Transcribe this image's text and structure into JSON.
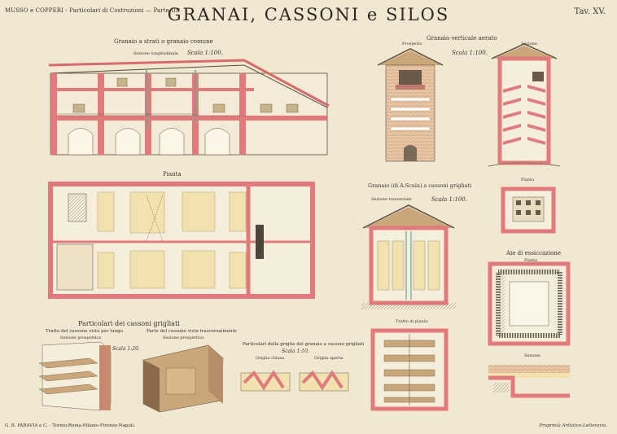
{
  "header": {
    "left": "MUSSO e COPPERI - Particolari di Costruzioni — Parte III.",
    "title": "GRANAI, CASSONI e SILOS",
    "plate": "Tav. XV."
  },
  "sections": {
    "granaio_strati": {
      "title": "Granaio a strati o granaio comune",
      "sub": "Sezione longitudinale",
      "scale": "Scala 1:100."
    },
    "pianta": {
      "title": "Pianta"
    },
    "granaio_verticale": {
      "title": "Granaio verticale aerato",
      "prospetto": "Prospetto",
      "sezione": "Sezione",
      "scale": "Scala 1:100.",
      "pianta": "Pianta"
    },
    "cassoni_grigliati": {
      "title": "Granaio (di A.Scala) a cassoni grigliati",
      "sub": "Sezione trasversale",
      "scale": "Scala 1:100.",
      "tratto": "Tratto di pianta"
    },
    "aie": {
      "title": "Aie di essiccazione",
      "pianta": "Pianta",
      "sezione": "Sezione"
    },
    "particolari": {
      "title": "Particolari dei cassoni grigliati",
      "left_title": "Tratto del cassone visto per lungo",
      "left_sub": "Sezione prospettica",
      "mid_title": "Parte del cassone vista trasversalmente",
      "mid_sub": "Sezione prospettica",
      "scale20": "Scala 1:20.",
      "right_title": "Particolari della griglia del granaio a cassoni grigliati",
      "scale10": "Scala 1:10.",
      "griglia_chiusa": "Griglia chiusa",
      "griglia_aperta": "Griglia aperta"
    }
  },
  "footer": {
    "left": "G. B. PARAVIA e C. - Torino-Roma-Milano-Firenze-Napoli.",
    "right": "Proprietà Artistico-Letteraria."
  },
  "colors": {
    "paper": "#f1e8d4",
    "brick": "#e2797a",
    "ink": "#3a3128",
    "grain": "#f0dfa8",
    "wood": "#c9a77a"
  }
}
